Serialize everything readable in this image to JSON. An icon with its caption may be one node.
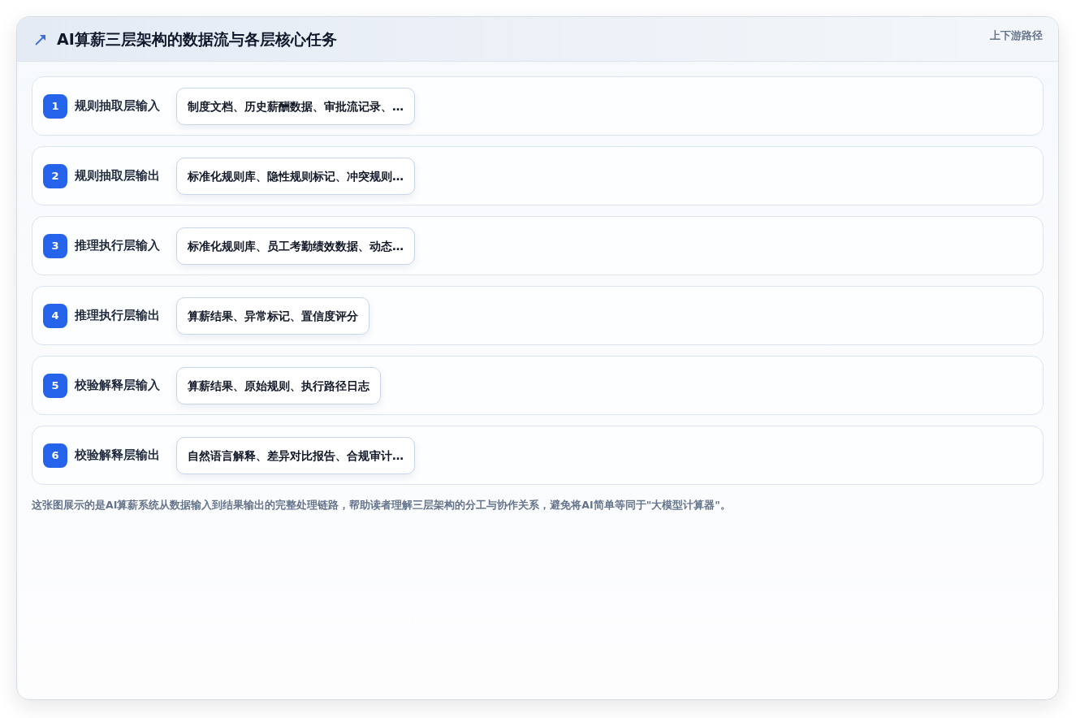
{
  "diagram": {
    "title": "AI算薪三层架构的数据流与各层核心任务",
    "caption": "这张图展示的是AI算薪系统从数据输入到结果输出的完整处理链路，帮助读者理解三层架构的分工与协作关系，避免将AI简单等同于\"大模型计算器\"。",
    "nodes": [
      {
        "text": [
          "规则抽取层输入"
        ]
      },
      {
        "text": [
          "1"
        ],
        "in": 0
      },
      {
        "text": [
          "制度文档、历史薪酬数据、审批流记录、…"
        ],
        "in": 0
      },
      {
        "text": [
          "规则抽取层输出"
        ]
      },
      {
        "text": [
          "2"
        ],
        "in": 3
      },
      {
        "text": [
          "标准化规则库、隐性规则标记、冲突规则…"
        ],
        "in": 3
      },
      {
        "text": [
          "推理执行层输入"
        ]
      },
      {
        "text": [
          "3"
        ],
        "in": 6
      },
      {
        "text": [
          "标准化规则库、员工考勤绩效数据、动态…"
        ],
        "in": 6
      },
      {
        "text": [
          "推理执行层输出"
        ]
      },
      {
        "text": [
          "4"
        ],
        "in": 9
      },
      {
        "text": [
          "算薪结果、异常标记、置信度评分"
        ],
        "in": 9
      },
      {
        "text": [
          "校验解释层输入"
        ]
      },
      {
        "text": [
          "5"
        ],
        "in": 12
      },
      {
        "text": [
          "算薪结果、原始规则、执行路径日志"
        ],
        "in": 12
      },
      {
        "text": [
          "校验解释层输出"
        ]
      },
      {
        "text": [
          "6"
        ],
        "in": 15
      },
      {
        "text": [
          "自然语言解释、差异对比报告、合规审计…"
        ],
        "in": 15
      }
    ],
    "labels": [
      "上下游路径"
    ]
  }
}
